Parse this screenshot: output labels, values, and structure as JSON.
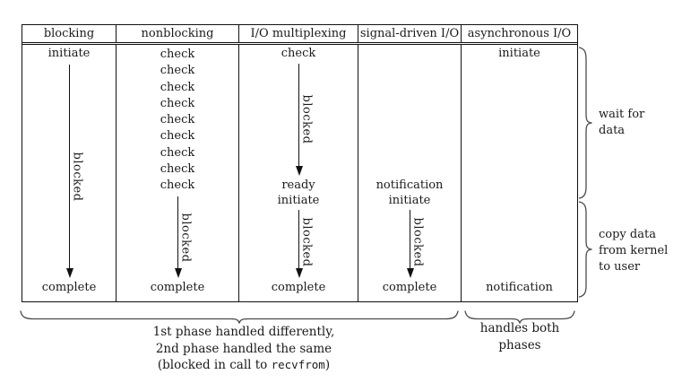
{
  "columns": [
    {
      "header": "blocking",
      "top_label": "initiate",
      "blocked_label": "blocked",
      "bottom_label": "complete"
    },
    {
      "header": "nonblocking",
      "checks": [
        "check",
        "check",
        "check",
        "check",
        "check",
        "check",
        "check",
        "check",
        "check"
      ],
      "blocked_label": "blocked",
      "bottom_label": "complete"
    },
    {
      "header": "I/O multiplexing",
      "top_label": "check",
      "blocked_label_1": "blocked",
      "ready_label": "ready",
      "initiate_label": "initiate",
      "blocked_label_2": "blocked",
      "bottom_label": "complete"
    },
    {
      "header": "signal-driven I/O",
      "notification_label": "notification",
      "initiate_label": "initiate",
      "blocked_label": "blocked",
      "bottom_label": "complete"
    },
    {
      "header": "asynchronous I/O",
      "top_label": "initiate",
      "bottom_label": "notification"
    }
  ],
  "right_annotations": {
    "wait_for_data": {
      "line1": "wait for",
      "line2": "data"
    },
    "copy_data": {
      "line1": "copy data",
      "line2": "from kernel",
      "line3": "to user"
    }
  },
  "bottom_annotations": {
    "phases_note": {
      "line1": "1st phase handled differently,",
      "line2": "2nd phase handled the same",
      "line3_prefix": "(blocked in call to ",
      "line3_code": "recvfrom",
      "line3_suffix": ")"
    },
    "async_note": {
      "line1": "handles both",
      "line2": "phases"
    }
  },
  "colors": {
    "line": "#111111",
    "brace": "#4a4a4a",
    "text": "#1a1a1a",
    "background": "#ffffff"
  }
}
